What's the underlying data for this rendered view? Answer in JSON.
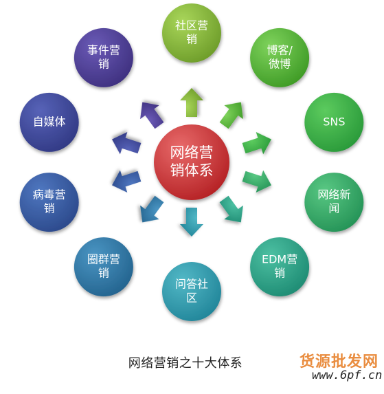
{
  "diagram": {
    "center": {
      "label_lines": [
        "网络营",
        "销体系"
      ],
      "color_light": "#e86a6a",
      "color_dark": "#b52225"
    },
    "nodes": [
      {
        "id": "node-community",
        "label_lines": [
          "社区营",
          "销"
        ],
        "color_light": "#a9d65a",
        "color_dark": "#6e9d2a"
      },
      {
        "id": "node-blog",
        "label_lines": [
          "博客/",
          "微博"
        ],
        "color_light": "#7fd35c",
        "color_dark": "#3f9b26"
      },
      {
        "id": "node-sns",
        "label_lines": [
          "SNS"
        ],
        "color_light": "#5ccb5e",
        "color_dark": "#2a9a3a"
      },
      {
        "id": "node-news",
        "label_lines": [
          "网络新",
          "闻"
        ],
        "color_light": "#59c883",
        "color_dark": "#259357"
      },
      {
        "id": "node-edm",
        "label_lines": [
          "EDM营",
          "销"
        ],
        "color_light": "#4cc0a2",
        "color_dark": "#1f8c74"
      },
      {
        "id": "node-qa",
        "label_lines": [
          "问答社",
          "区"
        ],
        "color_light": "#52b8c6",
        "color_dark": "#22869a"
      },
      {
        "id": "node-circle",
        "label_lines": [
          "圈群营",
          "销"
        ],
        "color_light": "#4a95c3",
        "color_dark": "#24648f"
      },
      {
        "id": "node-viral",
        "label_lines": [
          "病毒营",
          "销"
        ],
        "color_light": "#4f77c0",
        "color_dark": "#2c4a8c"
      },
      {
        "id": "node-media",
        "label_lines": [
          "自媒体"
        ],
        "color_light": "#5763b8",
        "color_dark": "#323a85"
      },
      {
        "id": "node-event",
        "label_lines": [
          "事件营",
          "销"
        ],
        "color_light": "#6a5ab6",
        "color_dark": "#3f3180"
      }
    ]
  },
  "caption": "网络营销之十大体系",
  "watermark": {
    "line1": "货源批发网",
    "line2": "www.6pf.cn"
  }
}
